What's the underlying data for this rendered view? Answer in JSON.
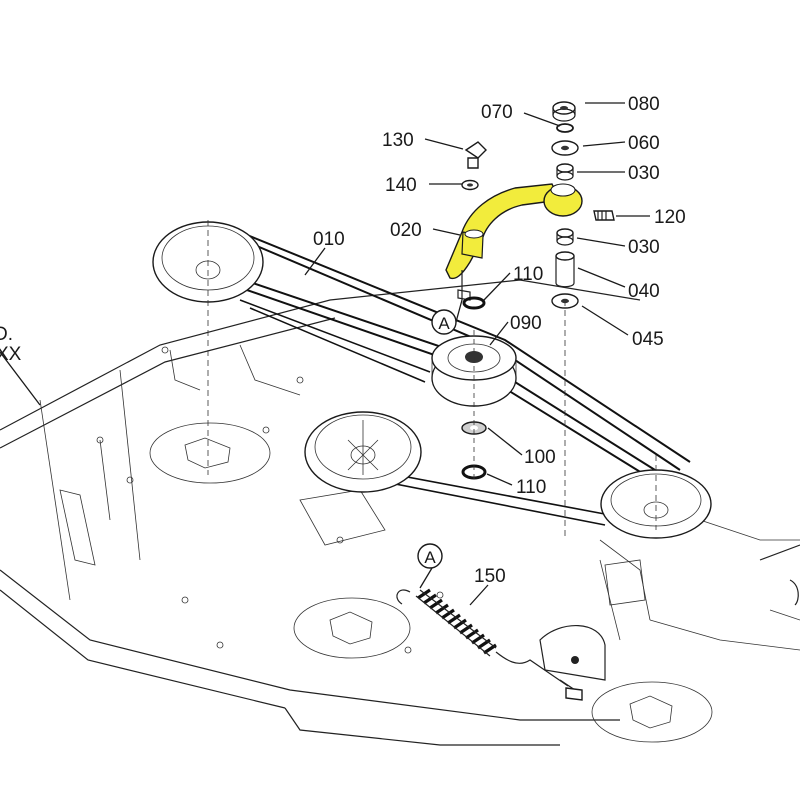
{
  "highlight_color": "#f2ec3c",
  "callouts": {
    "p010": "010",
    "p020": "020",
    "p030a": "030",
    "p030b": "030",
    "p040": "040",
    "p045": "045",
    "p060": "060",
    "p070": "070",
    "p080": "080",
    "p090": "090",
    "p100": "100",
    "p110a": "110",
    "p110b": "110",
    "p120": "120",
    "p130": "130",
    "p140": "140",
    "p150": "150",
    "ref_a1": "A",
    "ref_a2": "A",
    "edge_clip_a": "D.",
    "edge_clip_b": "XX"
  }
}
